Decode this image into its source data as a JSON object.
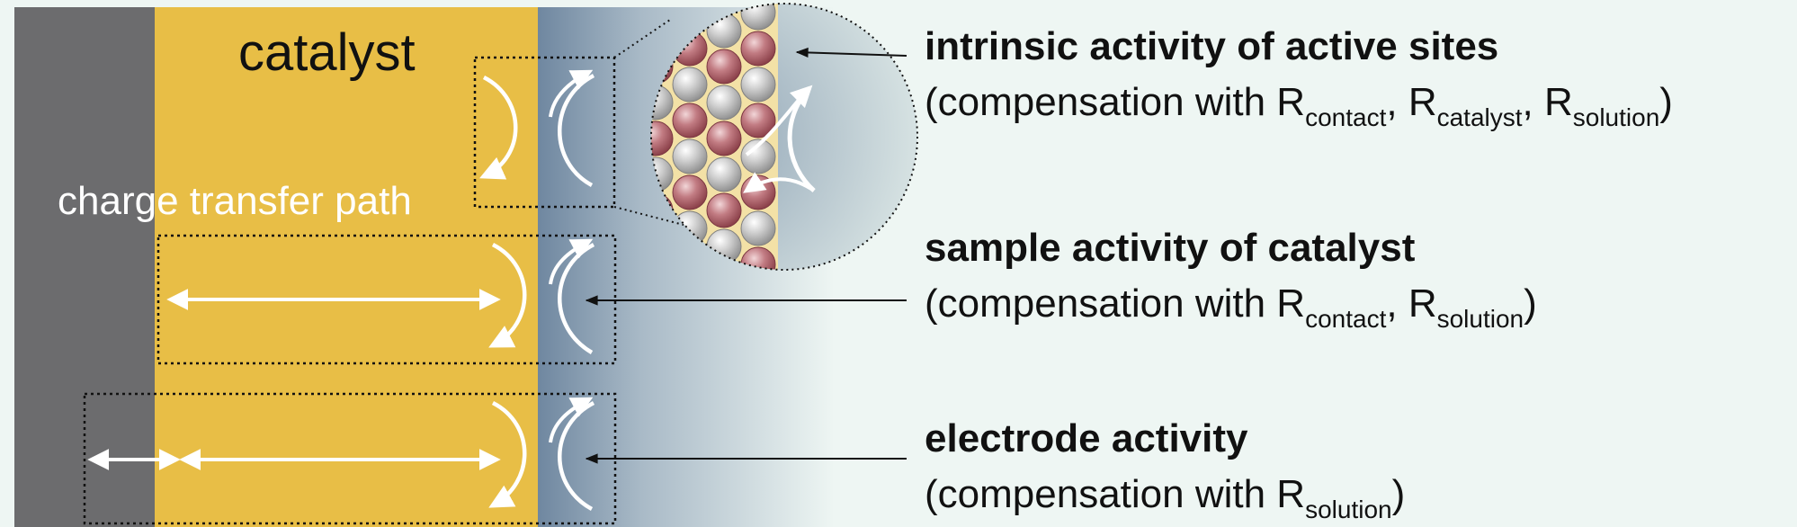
{
  "diagram": {
    "catalyst_label": "catalyst",
    "charge_path_label": "charge transfer path",
    "levels": [
      {
        "title": "intrinsic activity of active sites",
        "compensation": {
          "prefix": "(compensation with ",
          "terms": [
            {
              "symbol": "R",
              "sub": "contact"
            },
            {
              "symbol": "R",
              "sub": "catalyst"
            },
            {
              "symbol": "R",
              "sub": "solution"
            }
          ],
          "separator": ", ",
          "suffix": ")"
        }
      },
      {
        "title": "sample activity of catalyst",
        "compensation": {
          "prefix": "(compensation with ",
          "terms": [
            {
              "symbol": "R",
              "sub": "contact"
            },
            {
              "symbol": "R",
              "sub": "solution"
            }
          ],
          "separator": ", ",
          "suffix": ")"
        }
      },
      {
        "title": "electrode activity",
        "compensation": {
          "prefix": "(compensation with ",
          "terms": [
            {
              "symbol": "R",
              "sub": "solution"
            }
          ],
          "separator": ", ",
          "suffix": ")"
        }
      }
    ],
    "colors": {
      "substrate": "#6c6c6e",
      "catalyst": "#e8be46",
      "interface": "#7a90a6",
      "electrolyte": "#eef6f3",
      "atom_red": "#b86a72",
      "atom_gray": "#c6c6c6"
    }
  }
}
